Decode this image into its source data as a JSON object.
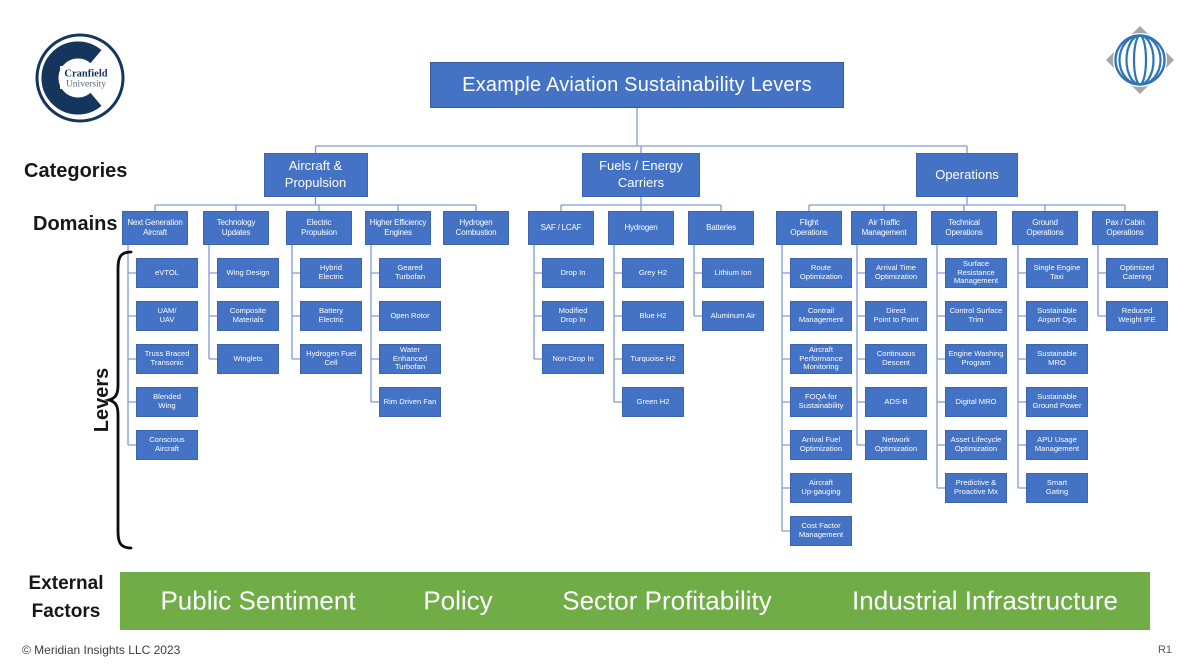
{
  "meta": {
    "title": "Example Aviation Sustainability Levers",
    "copyright": "© Meridian Insights LLC 2023",
    "revision": "R1"
  },
  "branding": {
    "university_name": "Cranfield",
    "university_word": "University"
  },
  "labels": {
    "categories": "Categories",
    "domains": "Domains",
    "levers": "Levers",
    "external_factors": "External\nFactors"
  },
  "colors": {
    "box_blue": "#4472C4",
    "connector_blue": "#7E9CD6",
    "green": "#70AD47",
    "navy": "#16355C"
  },
  "tree": {
    "categories": [
      {
        "label": "Aircraft &\nPropulsion",
        "domains": [
          {
            "label": "Next Generation\nAircraft",
            "levers": [
              "eVTOL",
              "UAM/\nUAV",
              "Truss Braced\nTransonic",
              "Blended\nWing",
              "Conscious\nAircraft"
            ]
          },
          {
            "label": "Technology\nUpdates",
            "levers": [
              "Wing Design",
              "Composite\nMaterials",
              "Winglets"
            ]
          },
          {
            "label": "Electric\nPropulsion",
            "levers": [
              "Hybrid\nElectric",
              "Battery\nElectric",
              "Hydrogen Fuel\nCell"
            ]
          },
          {
            "label": "Higher Efficiency\nEngines",
            "levers": [
              "Geared\nTurbofan",
              "Open Rotor",
              "Water Enhanced\nTurbofan",
              "Rim Driven Fan"
            ]
          },
          {
            "label": "Hydrogen\nCombustion",
            "levers": []
          }
        ]
      },
      {
        "label": "Fuels / Energy\nCarriers",
        "domains": [
          {
            "label": "SAF / LCAF",
            "levers": [
              "Drop In",
              "Modified\nDrop In",
              "Non-Drop In"
            ]
          },
          {
            "label": "Hydrogen",
            "levers": [
              "Grey H2",
              "Blue H2",
              "Turquoise H2",
              "Green H2"
            ]
          },
          {
            "label": "Batteries",
            "levers": [
              "Lithium Ion",
              "Aluminum Air"
            ]
          }
        ]
      },
      {
        "label": "Operations",
        "domains": [
          {
            "label": "Flight\nOperations",
            "levers": [
              "Route\nOptimization",
              "Contrail\nManagement",
              "Aircraft\nPerformance\nMonitoring",
              "FOQA for\nSustainability",
              "Arrival Fuel\nOptimization",
              "Aircraft\nUp-gauging",
              "Cost Factor\nManagement"
            ]
          },
          {
            "label": "Air Traffic\nManagement",
            "levers": [
              "Arrival Time\nOptimization",
              "Direct\nPoint to Point",
              "Continuous\nDescent",
              "ADS-B",
              "Network\nOptimization"
            ]
          },
          {
            "label": "Technical\nOperations",
            "levers": [
              "Surface\nResistance\nManagement",
              "Control Surface\nTrim",
              "Engine Washing\nProgram",
              "Digital MRO",
              "Asset Lifecycle\nOptimization",
              "Predictive &\nProactive Mx"
            ]
          },
          {
            "label": "Ground\nOperations",
            "levers": [
              "Single Engine\nTaxi",
              "Sustainable\nAirport Ops",
              "Sustainable\nMRO",
              "Sustainable\nGround Power",
              "APU Usage\nManagement",
              "Smart\nGating"
            ]
          },
          {
            "label": "Pax / Cabin\nOperations",
            "levers": [
              "Optimized\nCatering",
              "Reduced\nWeight IFE"
            ]
          }
        ]
      }
    ]
  },
  "external_factors": {
    "items": [
      "Public Sentiment",
      "Policy",
      "Sector Profitability",
      "Industrial Infrastructure"
    ]
  }
}
